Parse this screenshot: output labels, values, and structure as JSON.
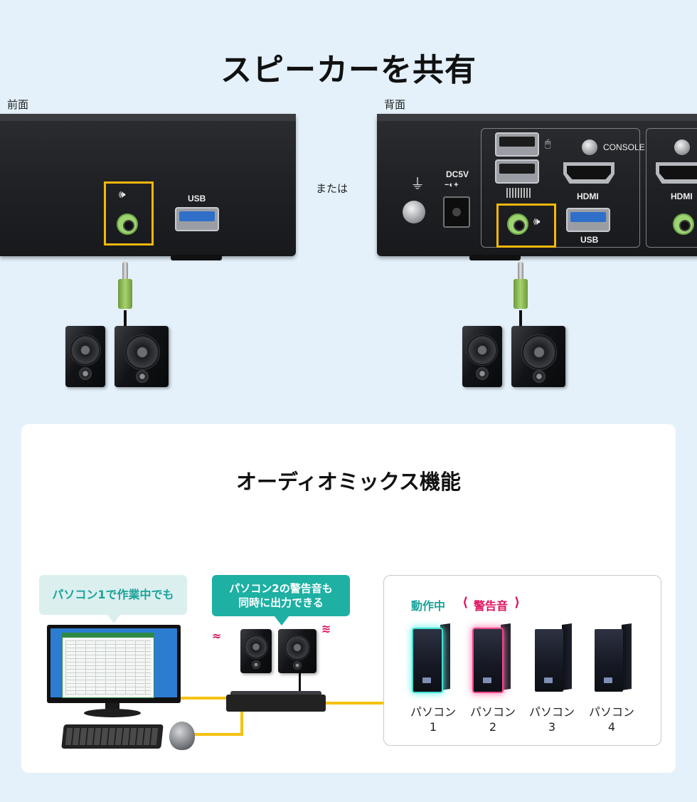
{
  "title": "スピーカーを共有",
  "front": {
    "label": "前面",
    "usb_label": "USB",
    "speaker_icon": "🕪"
  },
  "back": {
    "label": "背面",
    "dc_label": "DC5V",
    "dc_symbol": "−◐+",
    "console_label": "CONSOLE",
    "hdmi_label_1": "HDMI",
    "hdmi_label_2": "HDMI",
    "usb_label": "USB",
    "speaker_icon": "🕪",
    "ground_icon": "⏚",
    "mouse_icon": "🖱"
  },
  "or_text": "または",
  "audio_mix": {
    "title": "オーディオミックス機能",
    "bubble_left": "パソコン1で作業中でも",
    "bubble_right_line1": "パソコン2の警告音も",
    "bubble_right_line2": "同時に出力できる",
    "legend_active": "動作中",
    "legend_warning": "警告音",
    "pcs": [
      {
        "line1": "パソコン",
        "line2": "1",
        "state": "active"
      },
      {
        "line1": "パソコン",
        "line2": "2",
        "state": "warning"
      },
      {
        "line1": "パソコン",
        "line2": "3",
        "state": "idle"
      },
      {
        "line1": "パソコン",
        "line2": "4",
        "state": "idle"
      }
    ]
  },
  "colors": {
    "background": "#e4f1fb",
    "highlight": "#f5b70c",
    "accent_teal": "#1aa39a",
    "accent_pink": "#e0115f",
    "cable_yellow": "#f5c20f"
  }
}
